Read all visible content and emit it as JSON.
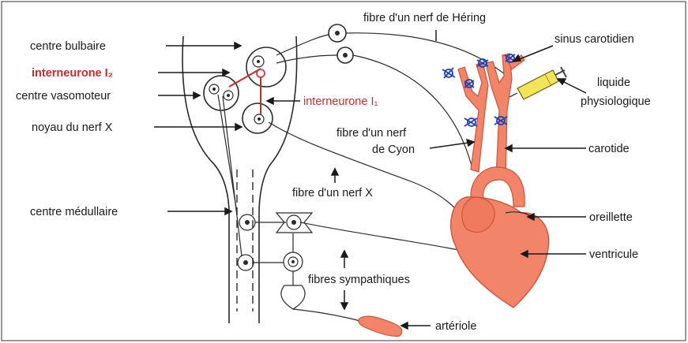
{
  "labels": {
    "centre_bulbaire": "centre bulbaire",
    "interneurone_i2": "interneurone I₂",
    "centre_vasomoteur": "centre vasomoteur",
    "noyau_nerf_x": "noyau du nerf X",
    "centre_medullaire": "centre médullaire",
    "fibre_hering": "fibre d'un nerf de Héring",
    "sinus_carotidien": "sinus carotidien",
    "liquide": "liquide",
    "physiologique": "physiologique",
    "interneurone_i1": "interneurone I₁",
    "fibre_cyon_1": "fibre d'un nerf",
    "fibre_cyon_2": "de Cyon",
    "carotide": "carotide",
    "fibre_nerf_x": "fibre d'un nerf X",
    "oreillette": "oreillette",
    "ventricule": "ventricule",
    "fibres_sympathiques": "fibres sympathiques",
    "arteriole": "artériole"
  },
  "colors": {
    "organ": "#f2846a",
    "organ_stroke": "#c9553c",
    "neuron_red": "#cc2a2a",
    "ligature": "#1f3fb8",
    "syringe": "#f1e45a"
  }
}
